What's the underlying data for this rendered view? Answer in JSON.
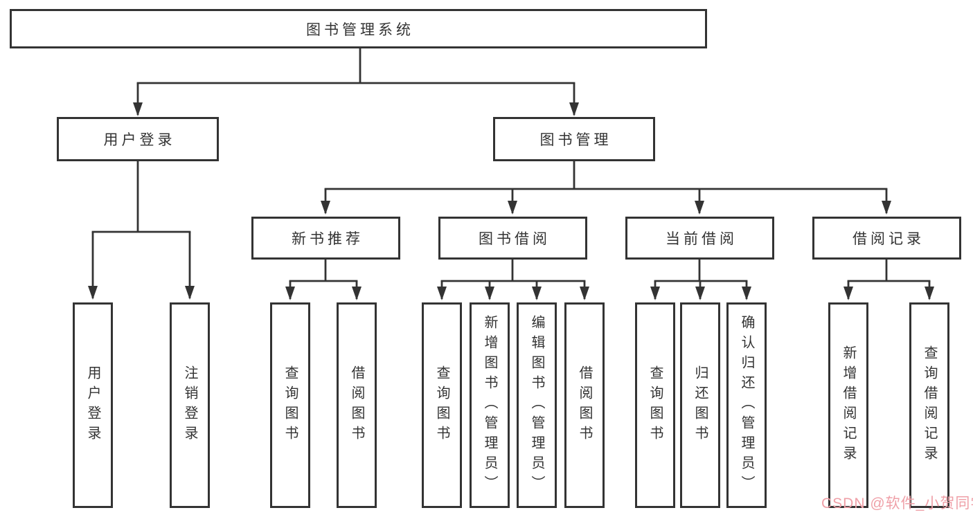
{
  "diagram": {
    "tree": {
      "label": "图书管理系统",
      "children": [
        {
          "label": "用户登录",
          "children": [
            {
              "label": "用户登录"
            },
            {
              "label": "注销登录"
            }
          ]
        },
        {
          "label": "图书管理",
          "children": [
            {
              "label": "新书推荐",
              "children": [
                {
                  "label": "查询图书"
                },
                {
                  "label": "借阅图书"
                }
              ]
            },
            {
              "label": "图书借阅",
              "children": [
                {
                  "label": "查询图书"
                },
                {
                  "label": "新增图书（管理员）"
                },
                {
                  "label": "编辑图书（管理员）"
                },
                {
                  "label": "借阅图书"
                }
              ]
            },
            {
              "label": "当前借阅",
              "children": [
                {
                  "label": "查询图书"
                },
                {
                  "label": "归还图书"
                },
                {
                  "label": "确认归还（管理员）"
                }
              ]
            },
            {
              "label": "借阅记录",
              "children": [
                {
                  "label": "新增借阅记录"
                },
                {
                  "label": "查询借阅记录"
                }
              ]
            }
          ]
        }
      ]
    }
  },
  "watermark": {
    "text": "CSDN @软件_小贺同学",
    "color": "#ef9fa7"
  },
  "colors": {
    "line": "#333333",
    "text": "#333333",
    "bg": "#ffffff"
  }
}
